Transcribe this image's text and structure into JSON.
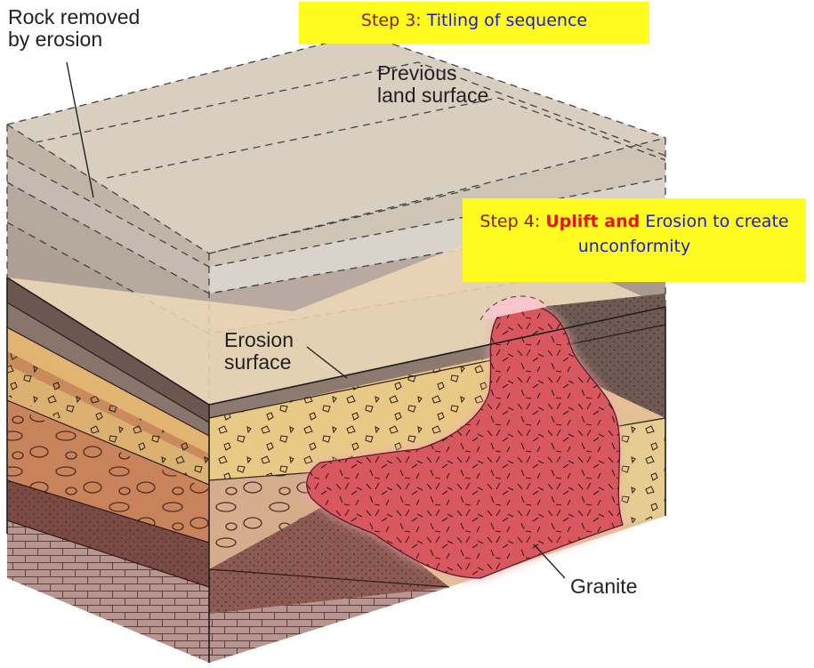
{
  "labels": {
    "rock_removed_line1": "Rock removed",
    "rock_removed_line2": "by erosion",
    "previous_line1": "Previous",
    "previous_line2": "land surface",
    "erosion_line1": "Erosion",
    "erosion_line2": "surface",
    "granite": "Granite"
  },
  "step3": {
    "prefix": "Step 3:",
    "text": "Titling of sequence"
  },
  "step4": {
    "prefix": "Step 4:",
    "emphasis": "Uplift and",
    "text": "Erosion to create",
    "line2": "unconformity"
  },
  "colors": {
    "callout_bg": "#fffb1e",
    "step_number": "#8b1c1c",
    "callout_text": "#1b1bd6",
    "emphasis": "#e0161a",
    "granite": "#d9575f",
    "removed_rock": "#a99a8e"
  }
}
